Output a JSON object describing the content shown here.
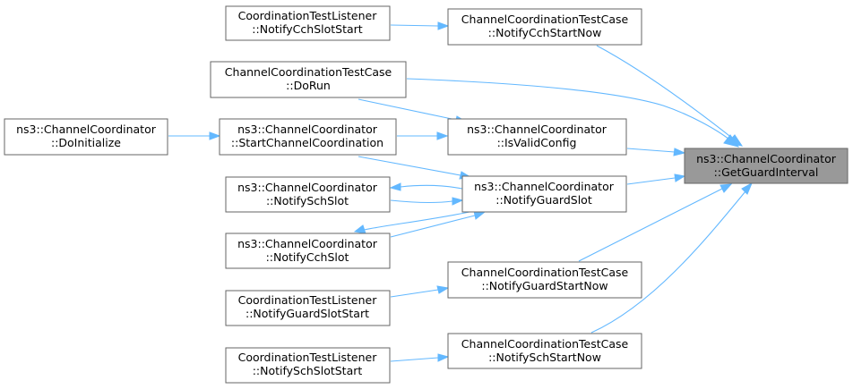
{
  "nodes": {
    "target": {
      "line1": "ns3::ChannelCoordinator",
      "line2": "::GetGuardInterval"
    },
    "notifyCchNow": {
      "line1": "ChannelCoordinationTestCase",
      "line2": "::NotifyCchStartNow"
    },
    "listenCch": {
      "line1": "CoordinationTestListener",
      "line2": "::NotifyCchSlotStart"
    },
    "doRun": {
      "line1": "ChannelCoordinationTestCase",
      "line2": "::DoRun"
    },
    "isValid": {
      "line1": "ns3::ChannelCoordinator",
      "line2": "::IsValidConfig"
    },
    "startCoord": {
      "line1": "ns3::ChannelCoordinator",
      "line2": "::StartChannelCoordination"
    },
    "doInit": {
      "line1": "ns3::ChannelCoordinator",
      "line2": "::DoInitialize"
    },
    "guardSlot": {
      "line1": "ns3::ChannelCoordinator",
      "line2": "::NotifyGuardSlot"
    },
    "schSlot": {
      "line1": "ns3::ChannelCoordinator",
      "line2": "::NotifySchSlot"
    },
    "cchSlot": {
      "line1": "ns3::ChannelCoordinator",
      "line2": "::NotifyCchSlot"
    },
    "guardNow": {
      "line1": "ChannelCoordinationTestCase",
      "line2": "::NotifyGuardStartNow"
    },
    "listenGuard": {
      "line1": "CoordinationTestListener",
      "line2": "::NotifyGuardSlotStart"
    },
    "schNow": {
      "line1": "ChannelCoordinationTestCase",
      "line2": "::NotifySchStartNow"
    },
    "listenSch": {
      "line1": "CoordinationTestListener",
      "line2": "::NotifySchSlotStart"
    }
  },
  "colors": {
    "edge": "#63b8ff",
    "node_border": "#666666",
    "node_fill": "#ffffff",
    "focus_fill": "#999999"
  }
}
